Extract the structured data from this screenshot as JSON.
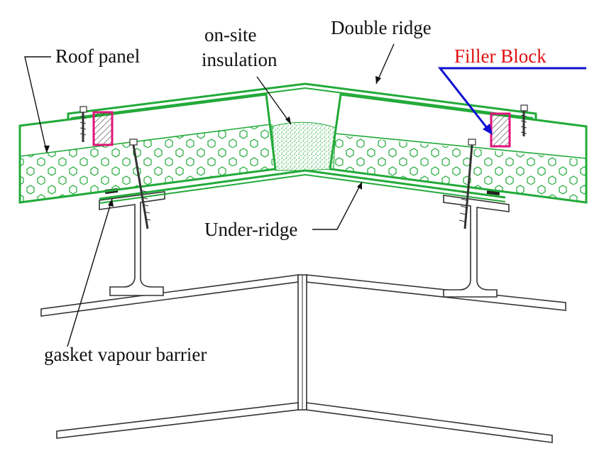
{
  "labels": {
    "roof_panel": "Roof panel",
    "on_site_1": "on-site",
    "on_site_2": "insulation",
    "double_ridge": "Double ridge",
    "filler_block": "Filler Block",
    "under_ridge": "Under-ridge",
    "gasket": "gasket vapour barrier"
  },
  "colors": {
    "panel_green": "#22aa3a",
    "filler_magenta": "#e0147a",
    "filler_label_red": "#e01010",
    "filler_arrow_blue": "#1010d0",
    "steel_gray": "#333333",
    "gasket_black": "#222222"
  }
}
